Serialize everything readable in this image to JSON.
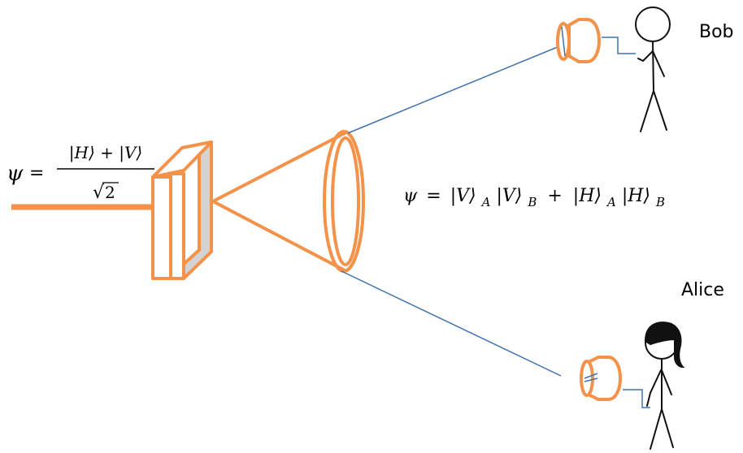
{
  "input_state": {
    "psi": "ψ",
    "equals": "=",
    "numerator": "|H⟩ + |V⟩",
    "sqrt_symbol": "√",
    "sqrt_arg": "2"
  },
  "output_state": {
    "psi": "ψ",
    "equals": "=",
    "ket_v_a": "|V⟩",
    "sub_a1": "A",
    "ket_v_b": "|V⟩",
    "sub_b1": "B",
    "plus": "+",
    "ket_h_a": "|H⟩",
    "sub_a2": "A",
    "ket_h_b": "|H⟩",
    "sub_b2": "B"
  },
  "labels": {
    "bob": "Bob",
    "alice": "Alice"
  },
  "colors": {
    "orange": "#F4924A",
    "crystal_fill": "#D3D3D3",
    "beam_blue": "#3F72AF",
    "ink": "#000000"
  }
}
